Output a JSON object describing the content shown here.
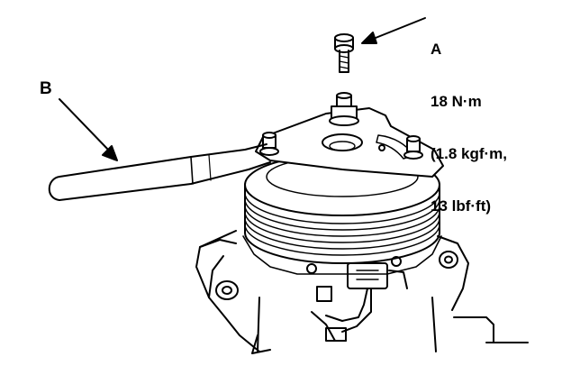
{
  "callout_a": {
    "letter": "A",
    "torque_lines": [
      "18 N·m",
      "(1.8 kgf·m,",
      "13 lbf·ft)"
    ]
  },
  "callout_b": {
    "letter": "B"
  },
  "colors": {
    "ink": "#000000",
    "paper": "#ffffff",
    "handle_fill": "#ffffff"
  }
}
